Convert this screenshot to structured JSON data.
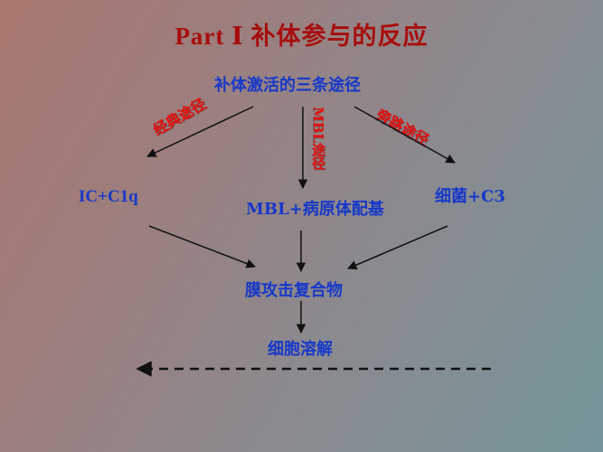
{
  "title": "Part Ⅰ  补体参与的反应",
  "nodes": {
    "top": "补体激活的三条途径",
    "left": "IC+C1q",
    "middle": "MBL+病原体配基",
    "right": "细菌+C3",
    "mac": "膜攻击复合物",
    "lysis": "细胞溶解"
  },
  "pathways": {
    "classical": "经典途径",
    "mbl": "MBL途径",
    "alternative": "旁路途径"
  },
  "colors": {
    "title": "#a80d0d",
    "node_text": "#1738c9",
    "path_label": "#e60e0e",
    "arrow": "#111111"
  }
}
